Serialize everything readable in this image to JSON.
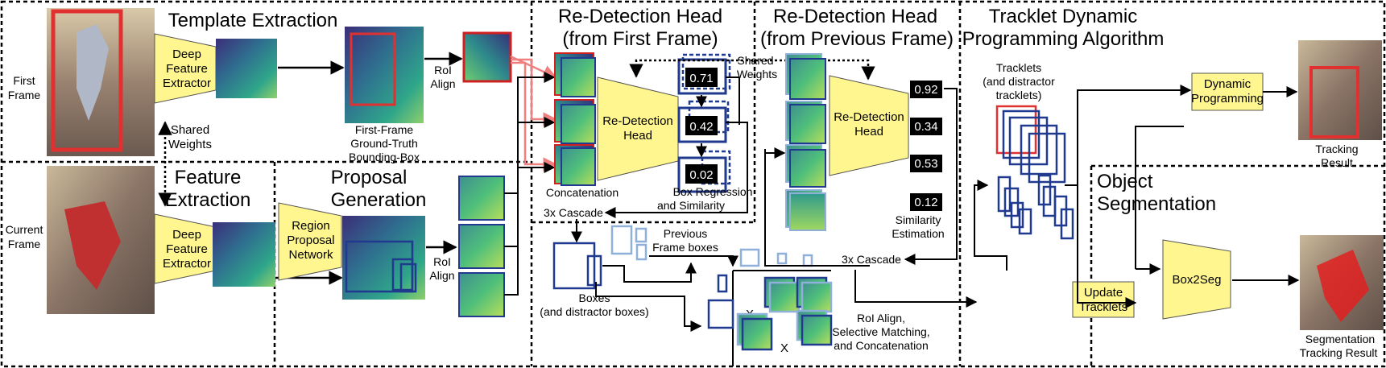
{
  "sections": {
    "template_extraction": "Template Extraction",
    "feature_extraction": [
      "Feature",
      "Extraction"
    ],
    "proposal_generation": [
      "Proposal",
      "Generation"
    ],
    "redetect_first": [
      "Re-Detection Head",
      "(from First Frame)"
    ],
    "redetect_prev": [
      "Re-Detection Head",
      "(from Previous Frame)"
    ],
    "tracklet_dp": [
      "Tracklet Dynamic",
      "Programming Algorithm"
    ],
    "object_segmentation": [
      "Object",
      "Segmentation"
    ]
  },
  "labels": {
    "first_frame": [
      "First",
      "Frame"
    ],
    "current_frame": [
      "Current",
      "Frame"
    ],
    "shared_weights_left": [
      "Shared",
      "Weights"
    ],
    "shared_weights_top": [
      "Shared",
      "Weights"
    ],
    "first_frame_gt": [
      "First-Frame",
      "Ground-Truth",
      "Bounding-Box"
    ],
    "roi_align_top": [
      "RoI",
      "Align"
    ],
    "roi_align_bottom": [
      "RoI",
      "Align"
    ],
    "concatenation": "Concatenation",
    "box_regression": [
      "Box Regression",
      "and Similarity"
    ],
    "cascade_left": "3x Cascade",
    "cascade_right": "3x Cascade",
    "previous_frame_boxes": [
      "Previous",
      "Frame boxes"
    ],
    "boxes": [
      "Boxes",
      "(and distractor boxes)"
    ],
    "roi_selective": [
      "RoI Align,",
      "Selective Matching,",
      "and Concatenation"
    ],
    "similarity_estimation": [
      "Similarity",
      "Estimation"
    ],
    "tracklets": [
      "Tracklets",
      "(and distractor",
      "tracklets)"
    ],
    "tracking_result": [
      "Tracking",
      "Result"
    ],
    "segmentation_result": [
      "Segmentation",
      "Tracking Result"
    ],
    "cross": "X"
  },
  "blocks": {
    "dfe_top": [
      "Deep",
      "Feature",
      "Extractor"
    ],
    "dfe_bottom": [
      "Deep",
      "Feature",
      "Extractor"
    ],
    "rpn": [
      "Region",
      "Proposal",
      "Network"
    ],
    "rdh_first": [
      "Re-Detection",
      "Head"
    ],
    "rdh_prev": [
      "Re-Detection",
      "Head"
    ],
    "dynamic_programming": [
      "Dynamic",
      "Programming"
    ],
    "update_tracklets": [
      "Update",
      "Tracklets"
    ],
    "box2seg": "Box2Seg"
  },
  "scores_first": [
    "0.71",
    "0.42",
    "0.02"
  ],
  "scores_prev": [
    "0.92",
    "0.34",
    "0.53",
    "0.12"
  ],
  "colors": {
    "block_fill": "#fff68f",
    "navy": "#1f3a8f",
    "light_blue": "#8fb0d8",
    "red": "#e03030",
    "pink_arrow": "#f08080"
  }
}
